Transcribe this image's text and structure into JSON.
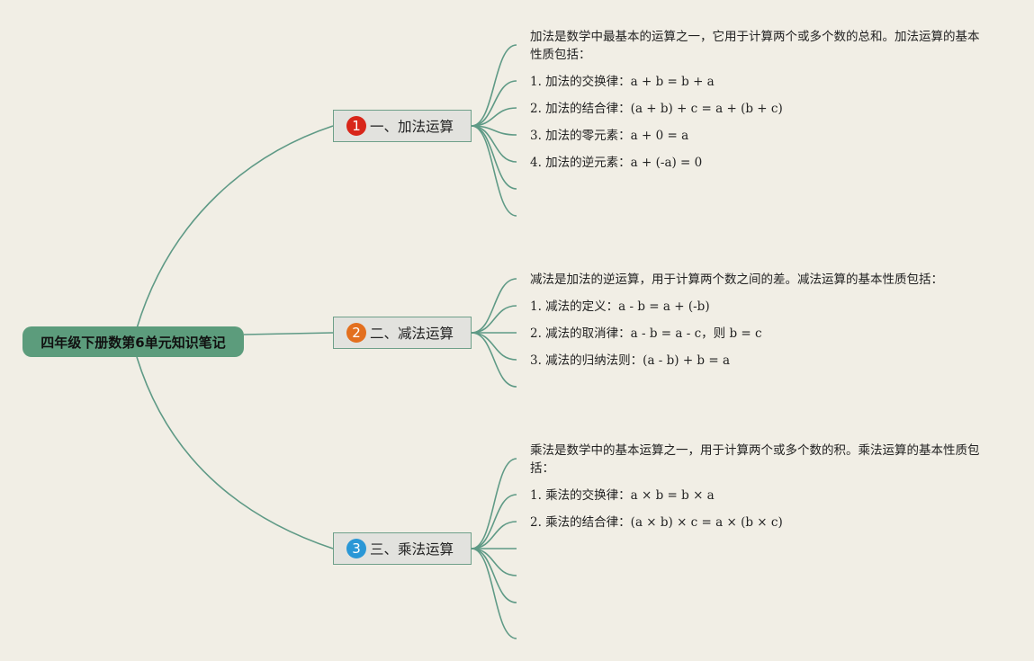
{
  "colors": {
    "background": "#f1eee5",
    "root_fill": "#5c9c7c",
    "connector": "#5f9a86",
    "branch_fill": "#e2e2de",
    "badge_1": "#d8261a",
    "badge_2": "#e36f1e",
    "badge_3": "#2a97d6"
  },
  "root": {
    "title": "四年级下册数第6单元知识笔记"
  },
  "branches": [
    {
      "number": "1",
      "title": "一、加法运算",
      "leaves": [
        "加法是数学中最基本的运算之一，它用于计算两个或多个数的总和。加法运算的基本性质包括：",
        "1. 加法的交换律：a + b = b + a",
        "2. 加法的结合律：(a + b) + c = a + (b + c)",
        "3. 加法的零元素：a + 0 = a",
        "4. 加法的逆元素：a + (-a) = 0",
        "",
        ""
      ]
    },
    {
      "number": "2",
      "title": "二、减法运算",
      "leaves": [
        "减法是加法的逆运算，用于计算两个数之间的差。减法运算的基本性质包括：",
        "1. 减法的定义：a - b = a + (-b)",
        "2. 减法的取消律：a - b = a - c，则 b = c",
        "3. 减法的归纳法则：(a - b) + b = a",
        ""
      ]
    },
    {
      "number": "3",
      "title": "三、乘法运算",
      "leaves": [
        "乘法是数学中的基本运算之一，用于计算两个或多个数的积。乘法运算的基本性质包括：",
        "1. 乘法的交换律：a × b = b × a",
        "2. 乘法的结合律：(a × b) × c = a × (b × c)",
        "",
        "",
        "",
        ""
      ]
    }
  ]
}
